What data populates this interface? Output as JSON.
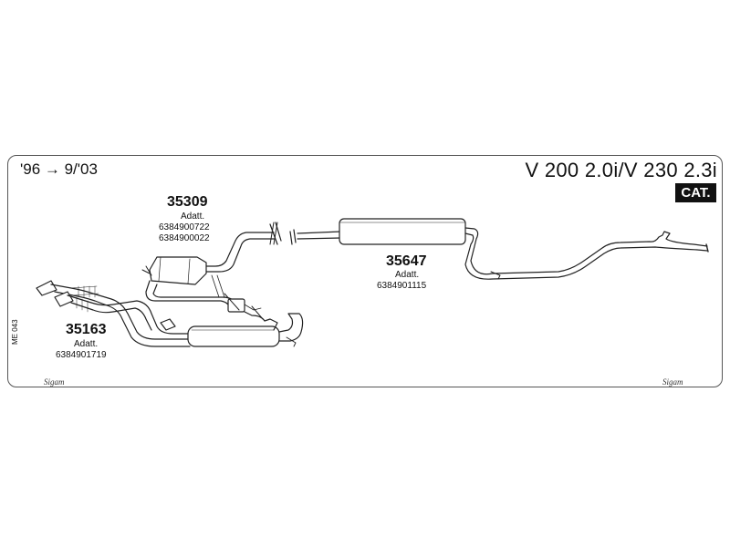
{
  "header": {
    "date_range": "'96 → 9/'03",
    "model_title": "V 200 2.0i/V 230 2.3i",
    "cat_badge": "CAT."
  },
  "parts": [
    {
      "number": "35309",
      "note": "Adatt.",
      "refs": [
        "6384900722",
        "6384900022"
      ]
    },
    {
      "number": "35647",
      "note": "Adatt.",
      "refs": [
        "6384901115"
      ]
    },
    {
      "number": "35163",
      "note": "Adatt.",
      "refs": [
        "6384901719"
      ]
    }
  ],
  "side_code": "ME 043",
  "brand": {
    "left": "Sigam",
    "right": "Sigam"
  }
}
